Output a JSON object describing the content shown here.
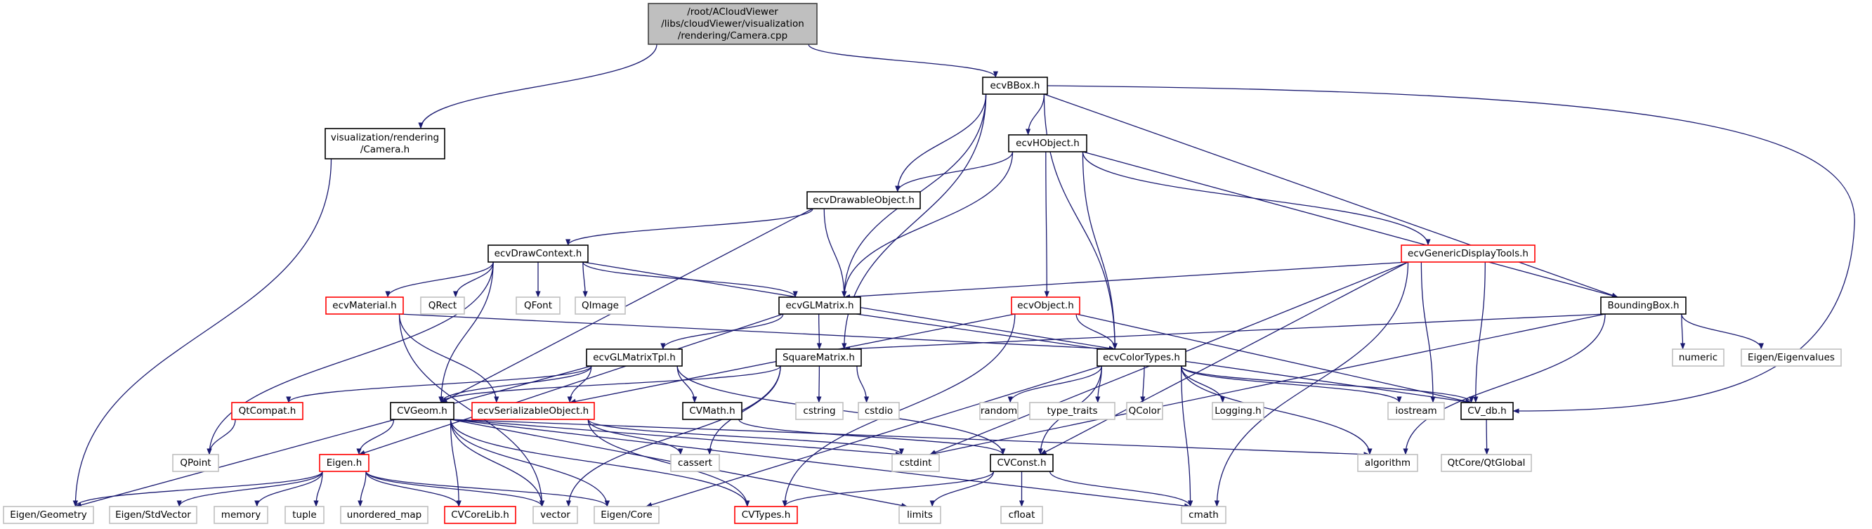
{
  "title": "Include dependency graph for Camera.cpp",
  "colors": {
    "edge": "#191970",
    "root_fill": "#bfbfbf",
    "project_border": "#000000",
    "incomplete_border": "#ff0000",
    "external_border": "#bfbfbf"
  },
  "nodes": [
    {
      "id": "root",
      "label": [
        "/root/ACloudViewer",
        "/libs/cloudViewer/visualization",
        "/rendering/Camera.cpp"
      ],
      "kind": "root"
    },
    {
      "id": "camera_h",
      "label": [
        "visualization/rendering",
        "/Camera.h"
      ],
      "kind": "project"
    },
    {
      "id": "ecvBBox",
      "label": [
        "ecvBBox.h"
      ],
      "kind": "project"
    },
    {
      "id": "ecvHObject",
      "label": [
        "ecvHObject.h"
      ],
      "kind": "project"
    },
    {
      "id": "ecvDrawableObject",
      "label": [
        "ecvDrawableObject.h"
      ],
      "kind": "project"
    },
    {
      "id": "ecvDrawContext",
      "label": [
        "ecvDrawContext.h"
      ],
      "kind": "project"
    },
    {
      "id": "ecvGenericDisplayTools",
      "label": [
        "ecvGenericDisplayTools.h"
      ],
      "kind": "incomplete"
    },
    {
      "id": "ecvMaterial",
      "label": [
        "ecvMaterial.h"
      ],
      "kind": "incomplete"
    },
    {
      "id": "QRect",
      "label": [
        "QRect"
      ],
      "kind": "external"
    },
    {
      "id": "QFont",
      "label": [
        "QFont"
      ],
      "kind": "external"
    },
    {
      "id": "QImage",
      "label": [
        "QImage"
      ],
      "kind": "external"
    },
    {
      "id": "ecvGLMatrix",
      "label": [
        "ecvGLMatrix.h"
      ],
      "kind": "project"
    },
    {
      "id": "ecvObject",
      "label": [
        "ecvObject.h"
      ],
      "kind": "incomplete"
    },
    {
      "id": "BoundingBox",
      "label": [
        "BoundingBox.h"
      ],
      "kind": "project"
    },
    {
      "id": "ecvGLMatrixTpl",
      "label": [
        "ecvGLMatrixTpl.h"
      ],
      "kind": "project"
    },
    {
      "id": "SquareMatrix",
      "label": [
        "SquareMatrix.h"
      ],
      "kind": "project"
    },
    {
      "id": "ecvColorTypes",
      "label": [
        "ecvColorTypes.h"
      ],
      "kind": "project"
    },
    {
      "id": "numeric",
      "label": [
        "numeric"
      ],
      "kind": "external"
    },
    {
      "id": "Eigenvalues",
      "label": [
        "Eigen/Eigenvalues"
      ],
      "kind": "external"
    },
    {
      "id": "QtCompat",
      "label": [
        "QtCompat.h"
      ],
      "kind": "incomplete"
    },
    {
      "id": "CVGeom",
      "label": [
        "CVGeom.h"
      ],
      "kind": "project"
    },
    {
      "id": "ecvSerializableObject",
      "label": [
        "ecvSerializableObject.h"
      ],
      "kind": "incomplete"
    },
    {
      "id": "CVMath",
      "label": [
        "CVMath.h"
      ],
      "kind": "project"
    },
    {
      "id": "cstring",
      "label": [
        "cstring"
      ],
      "kind": "external"
    },
    {
      "id": "cstdio",
      "label": [
        "cstdio"
      ],
      "kind": "external"
    },
    {
      "id": "random",
      "label": [
        "random"
      ],
      "kind": "external"
    },
    {
      "id": "type_traits",
      "label": [
        "type_traits"
      ],
      "kind": "external"
    },
    {
      "id": "QColor",
      "label": [
        "QColor"
      ],
      "kind": "external"
    },
    {
      "id": "Logging",
      "label": [
        "Logging.h"
      ],
      "kind": "external"
    },
    {
      "id": "iostream",
      "label": [
        "iostream"
      ],
      "kind": "external"
    },
    {
      "id": "CV_db",
      "label": [
        "CV_db.h"
      ],
      "kind": "project"
    },
    {
      "id": "QPoint",
      "label": [
        "QPoint"
      ],
      "kind": "external"
    },
    {
      "id": "EigenH",
      "label": [
        "Eigen.h"
      ],
      "kind": "incomplete"
    },
    {
      "id": "cassert",
      "label": [
        "cassert"
      ],
      "kind": "external"
    },
    {
      "id": "cstdint",
      "label": [
        "cstdint"
      ],
      "kind": "external"
    },
    {
      "id": "CVConst",
      "label": [
        "CVConst.h"
      ],
      "kind": "project"
    },
    {
      "id": "algorithm",
      "label": [
        "algorithm"
      ],
      "kind": "external"
    },
    {
      "id": "QtGlobal",
      "label": [
        "QtCore/QtGlobal"
      ],
      "kind": "external"
    },
    {
      "id": "EigenGeometry",
      "label": [
        "Eigen/Geometry"
      ],
      "kind": "external"
    },
    {
      "id": "EigenStdVector",
      "label": [
        "Eigen/StdVector"
      ],
      "kind": "external"
    },
    {
      "id": "memory",
      "label": [
        "memory"
      ],
      "kind": "external"
    },
    {
      "id": "tuple",
      "label": [
        "tuple"
      ],
      "kind": "external"
    },
    {
      "id": "unordered_map",
      "label": [
        "unordered_map"
      ],
      "kind": "external"
    },
    {
      "id": "CVCoreLib",
      "label": [
        "CVCoreLib.h"
      ],
      "kind": "incomplete"
    },
    {
      "id": "vector",
      "label": [
        "vector"
      ],
      "kind": "external"
    },
    {
      "id": "EigenCore",
      "label": [
        "Eigen/Core"
      ],
      "kind": "external"
    },
    {
      "id": "CVTypes",
      "label": [
        "CVTypes.h"
      ],
      "kind": "incomplete"
    },
    {
      "id": "limits",
      "label": [
        "limits"
      ],
      "kind": "external"
    },
    {
      "id": "cfloat",
      "label": [
        "cfloat"
      ],
      "kind": "external"
    },
    {
      "id": "cmath",
      "label": [
        "cmath"
      ],
      "kind": "external"
    }
  ],
  "edges": [
    [
      "root",
      "camera_h"
    ],
    [
      "root",
      "ecvBBox"
    ],
    [
      "camera_h",
      "EigenGeometry"
    ],
    [
      "ecvBBox",
      "ecvHObject"
    ],
    [
      "ecvBBox",
      "ecvDrawableObject"
    ],
    [
      "ecvBBox",
      "ecvGLMatrix"
    ],
    [
      "ecvBBox",
      "SquareMatrix"
    ],
    [
      "ecvBBox",
      "ecvColorTypes"
    ],
    [
      "ecvBBox",
      "BoundingBox"
    ],
    [
      "ecvBBox",
      "CV_db"
    ],
    [
      "ecvHObject",
      "ecvDrawableObject"
    ],
    [
      "ecvHObject",
      "ecvGLMatrix"
    ],
    [
      "ecvHObject",
      "ecvObject"
    ],
    [
      "ecvHObject",
      "ecvColorTypes"
    ],
    [
      "ecvHObject",
      "ecvGenericDisplayTools"
    ],
    [
      "ecvHObject",
      "BoundingBox"
    ],
    [
      "ecvDrawableObject",
      "ecvDrawContext"
    ],
    [
      "ecvDrawableObject",
      "ecvGLMatrix"
    ],
    [
      "ecvDrawableObject",
      "CVGeom"
    ],
    [
      "ecvDrawContext",
      "ecvMaterial"
    ],
    [
      "ecvDrawContext",
      "QRect"
    ],
    [
      "ecvDrawContext",
      "QFont"
    ],
    [
      "ecvDrawContext",
      "QImage"
    ],
    [
      "ecvDrawContext",
      "ecvGLMatrix"
    ],
    [
      "ecvDrawContext",
      "ecvColorTypes"
    ],
    [
      "ecvDrawContext",
      "CVGeom"
    ],
    [
      "ecvDrawContext",
      "QPoint"
    ],
    [
      "ecvGenericDisplayTools",
      "ecvGLMatrix"
    ],
    [
      "ecvGenericDisplayTools",
      "CV_db"
    ],
    [
      "ecvGenericDisplayTools",
      "iostream"
    ],
    [
      "ecvGenericDisplayTools",
      "CVConst"
    ],
    [
      "ecvGenericDisplayTools",
      "cstdint"
    ],
    [
      "ecvGenericDisplayTools",
      "cmath"
    ],
    [
      "ecvMaterial",
      "ecvColorTypes"
    ],
    [
      "ecvMaterial",
      "ecvSerializableObject"
    ],
    [
      "ecvMaterial",
      "vector"
    ],
    [
      "ecvGLMatrix",
      "ecvGLMatrixTpl"
    ],
    [
      "ecvGLMatrix",
      "SquareMatrix"
    ],
    [
      "ecvGLMatrix",
      "CV_db"
    ],
    [
      "ecvGLMatrix",
      "EigenH"
    ],
    [
      "ecvObject",
      "ecvColorTypes"
    ],
    [
      "ecvObject",
      "ecvSerializableObject"
    ],
    [
      "ecvObject",
      "CV_db"
    ],
    [
      "ecvObject",
      "CVTypes"
    ],
    [
      "BoundingBox",
      "SquareMatrix"
    ],
    [
      "BoundingBox",
      "numeric"
    ],
    [
      "BoundingBox",
      "Eigenvalues"
    ],
    [
      "BoundingBox",
      "algorithm"
    ],
    [
      "BoundingBox",
      "cstdint"
    ],
    [
      "ecvGLMatrixTpl",
      "QtCompat"
    ],
    [
      "ecvGLMatrixTpl",
      "CVGeom"
    ],
    [
      "ecvGLMatrixTpl",
      "ecvSerializableObject"
    ],
    [
      "ecvGLMatrixTpl",
      "CVMath"
    ],
    [
      "ecvGLMatrixTpl",
      "CVConst"
    ],
    [
      "ecvGLMatrixTpl",
      "EigenGeometry"
    ],
    [
      "SquareMatrix",
      "CVGeom"
    ],
    [
      "SquareMatrix",
      "cstring"
    ],
    [
      "SquareMatrix",
      "cstdio"
    ],
    [
      "SquareMatrix",
      "cassert"
    ],
    [
      "SquareMatrix",
      "vector"
    ],
    [
      "ecvColorTypes",
      "random"
    ],
    [
      "ecvColorTypes",
      "type_traits"
    ],
    [
      "ecvColorTypes",
      "QColor"
    ],
    [
      "ecvColorTypes",
      "Logging"
    ],
    [
      "ecvColorTypes",
      "iostream"
    ],
    [
      "ecvColorTypes",
      "CV_db"
    ],
    [
      "ecvColorTypes",
      "algorithm"
    ],
    [
      "ecvColorTypes",
      "CVConst"
    ],
    [
      "ecvColorTypes",
      "cmath"
    ],
    [
      "ecvColorTypes",
      "EigenCore"
    ],
    [
      "QtCompat",
      "QPoint"
    ],
    [
      "CVGeom",
      "EigenH"
    ],
    [
      "CVGeom",
      "CVCoreLib"
    ],
    [
      "CVGeom",
      "vector"
    ],
    [
      "CVGeom",
      "EigenCore"
    ],
    [
      "CVGeom",
      "CVTypes"
    ],
    [
      "CVGeom",
      "limits"
    ],
    [
      "CVGeom",
      "cmath"
    ],
    [
      "CVGeom",
      "cstdint"
    ],
    [
      "CVGeom",
      "algorithm"
    ],
    [
      "ecvSerializableObject",
      "cassert"
    ],
    [
      "ecvSerializableObject",
      "cstdint"
    ],
    [
      "ecvSerializableObject",
      "CVTypes"
    ],
    [
      "CVMath",
      "CVConst"
    ],
    [
      "CV_db",
      "QtGlobal"
    ],
    [
      "EigenH",
      "EigenGeometry"
    ],
    [
      "EigenH",
      "EigenStdVector"
    ],
    [
      "EigenH",
      "memory"
    ],
    [
      "EigenH",
      "tuple"
    ],
    [
      "EigenH",
      "unordered_map"
    ],
    [
      "EigenH",
      "CVCoreLib"
    ],
    [
      "EigenH",
      "vector"
    ],
    [
      "EigenH",
      "EigenCore"
    ],
    [
      "CVConst",
      "CVTypes"
    ],
    [
      "CVConst",
      "limits"
    ],
    [
      "CVConst",
      "cfloat"
    ],
    [
      "CVConst",
      "cmath"
    ]
  ]
}
